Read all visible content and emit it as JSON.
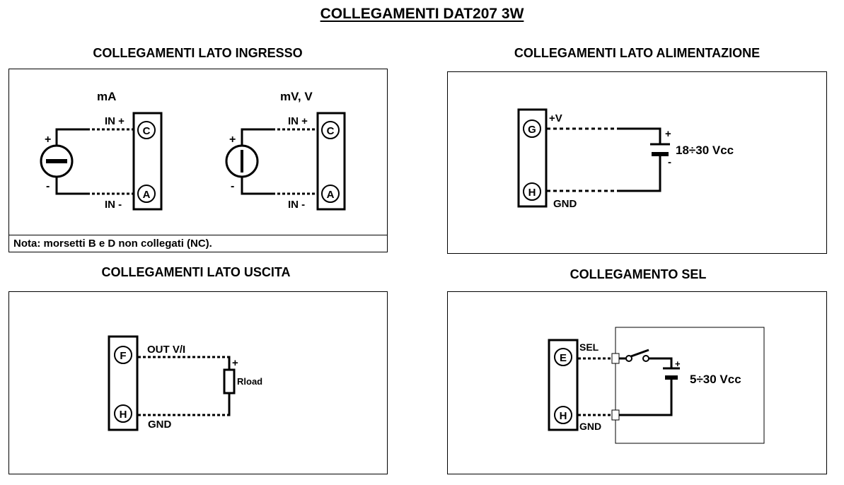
{
  "title": "COLLEGAMENTI DAT207 3W",
  "input_side": {
    "title": "COLLEGAMENTI LATO INGRESSO",
    "ma_label": "mA",
    "mvv_label": "mV, V",
    "in_plus": "IN +",
    "in_minus": "IN -",
    "plus": "+",
    "minus": "-",
    "terminal_c": "C",
    "terminal_a": "A",
    "note": "Nota: morsetti B e D non collegati (NC)."
  },
  "power_side": {
    "title": "COLLEGAMENTI LATO ALIMENTAZIONE",
    "plus_v": "+V",
    "gnd": "GND",
    "terminal_g": "G",
    "terminal_h": "H",
    "plus": "+",
    "minus": "-",
    "supply": "18÷30 Vcc"
  },
  "output_side": {
    "title": "COLLEGAMENTI LATO USCITA",
    "out": "OUT V/I",
    "gnd": "GND",
    "terminal_f": "F",
    "terminal_h": "H",
    "plus": "+",
    "rload": "Rload"
  },
  "sel_side": {
    "title": "COLLEGAMENTO SEL",
    "sel": "SEL",
    "gnd": "GND",
    "terminal_e": "E",
    "terminal_h": "H",
    "plus": "+",
    "supply": "5÷30 Vcc"
  }
}
